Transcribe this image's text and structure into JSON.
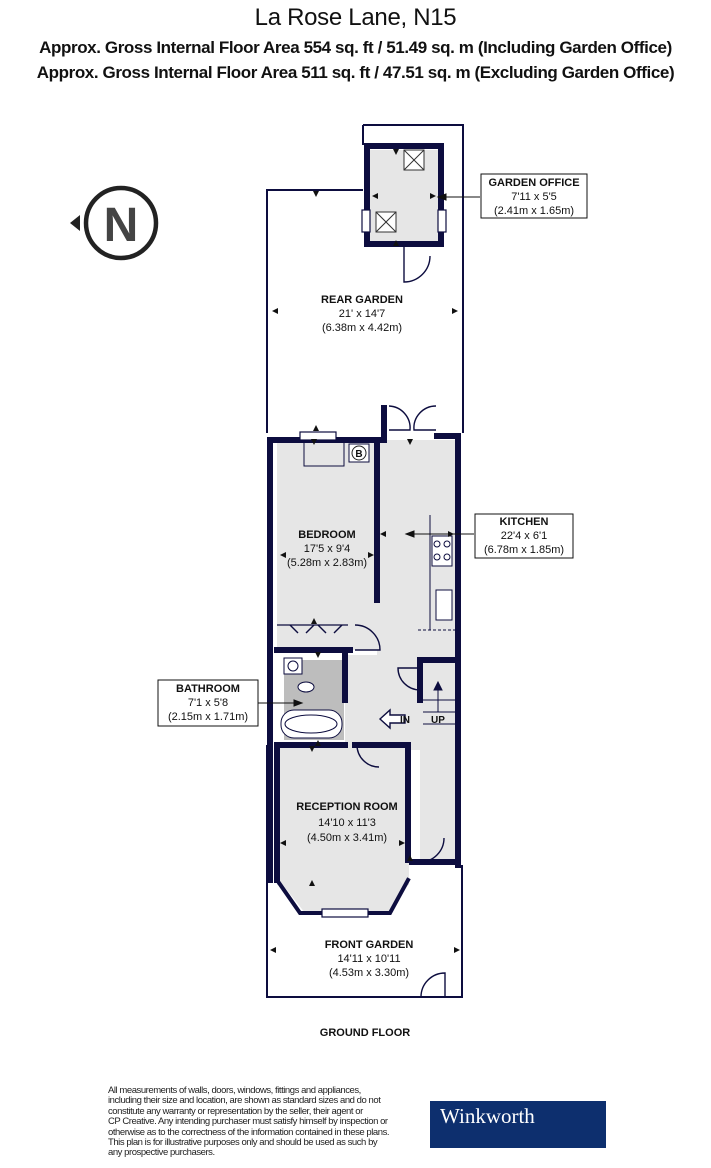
{
  "header": {
    "title": "La Rose Lane, N15",
    "line1": "Approx. Gross Internal Floor Area 554 sq. ft / 51.49 sq. m (Including Garden Office)",
    "line2": "Approx. Gross Internal Floor Area 511 sq. ft / 47.51 sq. m (Excluding Garden Office)"
  },
  "compass": {
    "letter": "N"
  },
  "rooms": {
    "garden_office": {
      "name": "GARDEN OFFICE",
      "imperial": "7'11 x 5'5",
      "metric": "(2.41m x 1.65m)"
    },
    "rear_garden": {
      "name": "REAR GARDEN",
      "imperial": "21' x 14'7",
      "metric": "(6.38m x 4.42m)"
    },
    "bedroom": {
      "name": "BEDROOM",
      "imperial": "17'5 x 9'4",
      "metric": "(5.28m x 2.83m)"
    },
    "kitchen": {
      "name": "KITCHEN",
      "imperial": "22'4 x 6'1",
      "metric": "(6.78m x 1.85m)"
    },
    "bathroom": {
      "name": "BATHROOM",
      "imperial": "7'1 x 5'8",
      "metric": "(2.15m x 1.71m)"
    },
    "reception": {
      "name": "RECEPTION ROOM",
      "imperial": "14'10 x 11'3",
      "metric": "(4.50m x 3.41m)"
    },
    "front_garden": {
      "name": "FRONT GARDEN",
      "imperial": "14'11 x 10'11",
      "metric": "(4.53m x 3.30m)"
    }
  },
  "markers": {
    "boiler": "B",
    "in": "IN",
    "up": "UP"
  },
  "floor_label": "GROUND FLOOR",
  "disclaimer": "All measurements of walls, doors, windows, fittings and appliances,\nincluding their size and location, are shown as standard sizes and do not\nconstitute any warranty or representation by the seller, their agent or\nCP Creative. Any intending purchaser must satisfy himself by inspection or\notherwise as to the correctness of the information contained in these plans.\nThis plan is for illustrative purposes only and should be used as such by\nany prospective purchasers.",
  "brand": "Winkworth",
  "colors": {
    "wall": "#0d0d3f",
    "floor": "#e8e8e8",
    "brand": "#0d2f6e"
  }
}
